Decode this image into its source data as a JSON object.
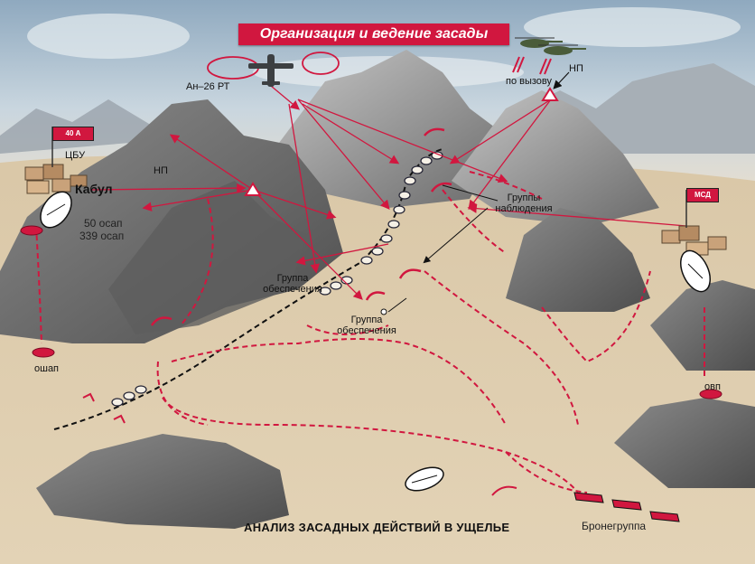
{
  "title": "Организация и ведение засады",
  "caption": "АНАЛИЗ ЗАСАДНЫХ ДЕЙСТВИЙ В УЩЕЛЬЕ",
  "flags": {
    "army": "40 А",
    "division": "МСД"
  },
  "labels": {
    "aircraft": "Ан–26 РТ",
    "on_call": "по вызову",
    "np_right": "НП",
    "np_left": "НП",
    "hq": "ЦБУ",
    "city": "Кабул",
    "units_1": "50 осап",
    "units_2": "339 осап",
    "observation_1": "Группы",
    "observation_2": "наблюдения",
    "support_upper_1": "Группа",
    "support_upper_2": "обеспечения",
    "support_lower_1": "Группа",
    "support_lower_2": "обеспечения",
    "oshap": "ошап",
    "ovp": "овп",
    "armor": "Броне­группа"
  },
  "colors": {
    "accent": "#d1173f",
    "sand": "#d9c5a3",
    "sky": "#b9c9d6",
    "rock": "#6f6f6f"
  }
}
